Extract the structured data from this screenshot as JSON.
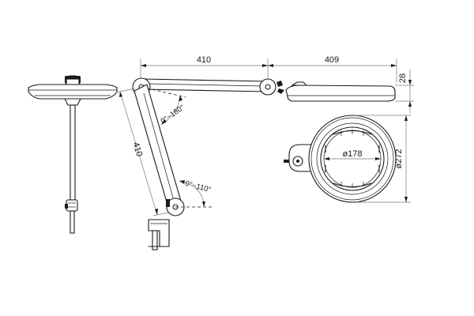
{
  "dimensions": {
    "arm_upper_length": "410",
    "arm_head_length": "409",
    "head_thickness": "28",
    "arm_lower_length": "410",
    "lens_diameter": "ø178",
    "head_diameter": "ø272"
  },
  "angles": {
    "upper_joint_range": "0°~180°",
    "lower_joint_range": "0°~110°"
  }
}
